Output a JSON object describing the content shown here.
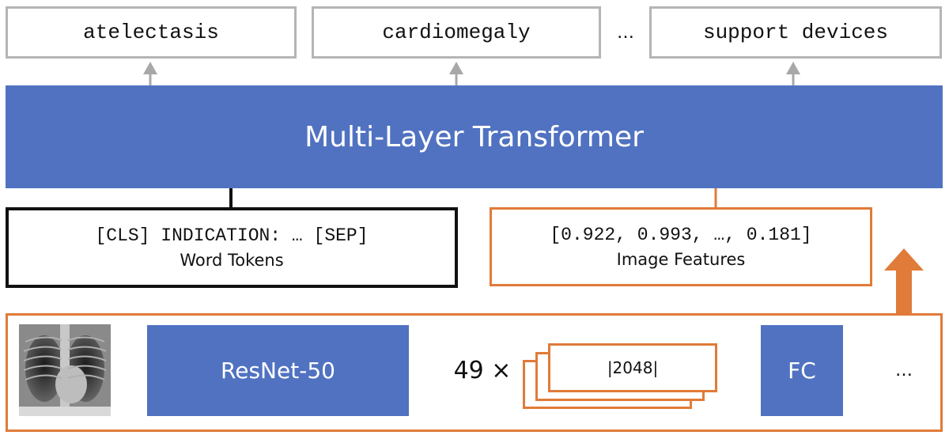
{
  "outputs": {
    "labels": [
      "atelectasis",
      "cardiomegaly",
      "support devices"
    ],
    "ellipsis": "…"
  },
  "transformer": {
    "label": "Multi-Layer Transformer",
    "color": "#5072c1"
  },
  "word_tokens": {
    "sequence": "[CLS] INDICATION: … [SEP]",
    "caption": "Word Tokens"
  },
  "image_features": {
    "vector": "[0.922, 0.993, …, 0.181]",
    "caption": "Image Features",
    "color": "#e07b39"
  },
  "pipeline": {
    "backbone": "ResNet-50",
    "multiplier": "49 ×",
    "feature_dim": "|2048|",
    "fc": "FC",
    "trailing": "…",
    "input_image": "chest-xray-image"
  }
}
